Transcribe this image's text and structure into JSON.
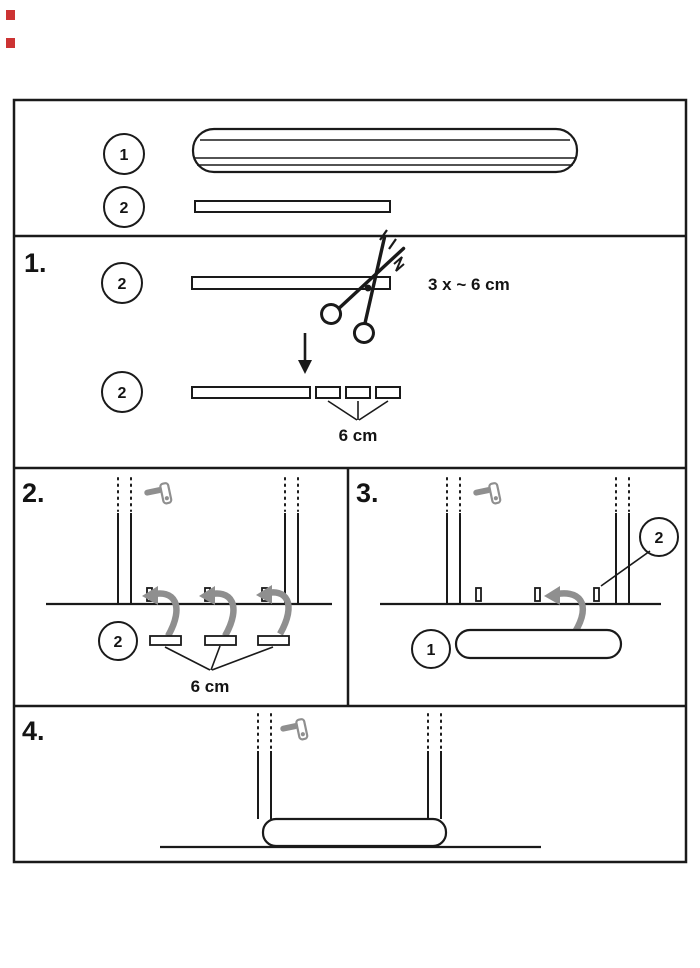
{
  "colors": {
    "line": "#1a1a1a",
    "muted_grey": "#8f8f8f",
    "accent_red": "#cc3333"
  },
  "parts_panel": {
    "pad_badge": "1",
    "strip_badge": "2"
  },
  "step1": {
    "label": "1.",
    "source_badge": "2",
    "cut_note": "3 x ~ 6 cm",
    "result_badge": "2",
    "piece_length": "6 cm"
  },
  "step2": {
    "label": "2.",
    "strip_badge": "2",
    "piece_length": "6 cm"
  },
  "step3": {
    "label": "3.",
    "piece_badge": "2",
    "pad_badge": "1"
  },
  "step4": {
    "label": "4."
  },
  "icons": {
    "scissors": "scissors-icon",
    "door_handle": "door-handle-icon",
    "down_arrow": "down-arrow-icon",
    "curved_arrow": "curved-arrow-icon"
  }
}
